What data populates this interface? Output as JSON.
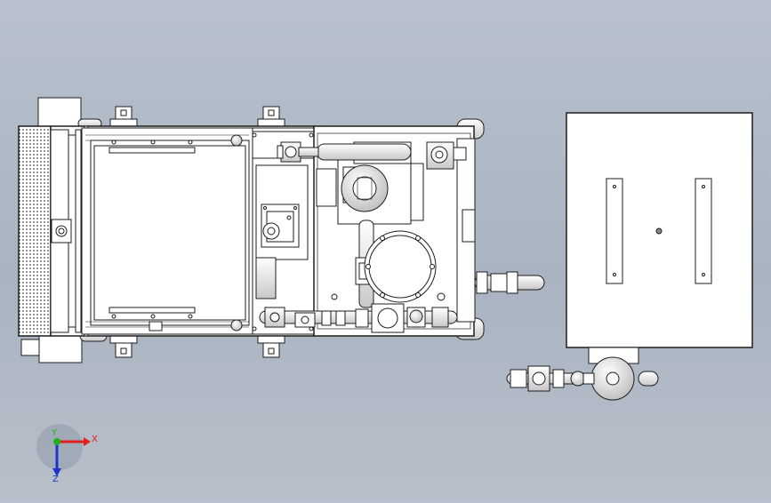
{
  "viewport": {
    "background_top": "#b8c1cd",
    "background_bottom": "#b7bfc9"
  },
  "triad": {
    "x_label": "X",
    "y_label": "Y",
    "z_label": "Z",
    "x_color": "#e02020",
    "y_color": "#20b020",
    "z_color": "#2030d0"
  },
  "colors": {
    "part_fill": "#ffffff",
    "edge": "#1e1e1e",
    "metal": "#e9e9e9"
  }
}
